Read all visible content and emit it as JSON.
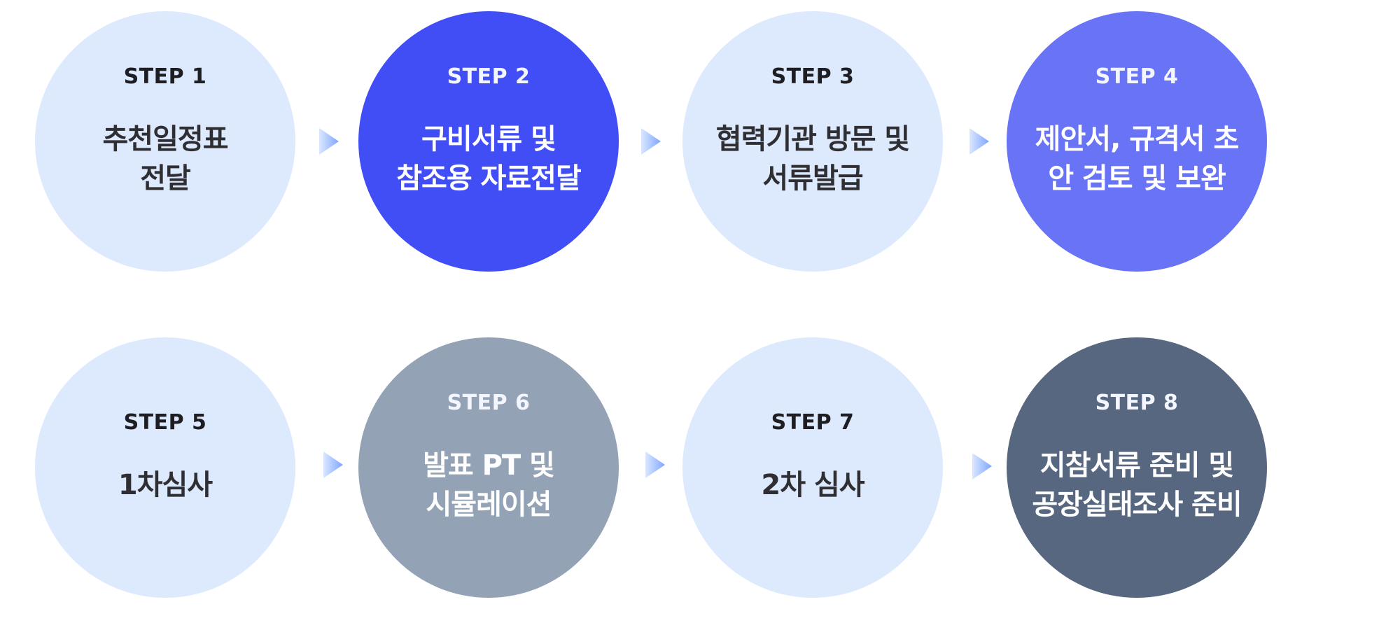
{
  "steps": [
    {
      "label": "STEP 1",
      "text": "추천일정표\n전달",
      "theme": "light"
    },
    {
      "label": "STEP 2",
      "text": "구비서류 및\n참조용 자료전달",
      "theme": "blue"
    },
    {
      "label": "STEP 3",
      "text": "협력기관 방문 및\n서류발급",
      "theme": "light"
    },
    {
      "label": "STEP 4",
      "text": "제안서, 규격서 초\n안 검토 및 보완",
      "theme": "indigo"
    },
    {
      "label": "STEP 5",
      "text": "1차심사",
      "theme": "light"
    },
    {
      "label": "STEP 6",
      "text": "발표 PT 및\n시뮬레이션",
      "theme": "slate"
    },
    {
      "label": "STEP 7",
      "text": "2차 심사",
      "theme": "light"
    },
    {
      "label": "STEP 8",
      "text": "지참서류 준비 및\n공장실태조사 준비",
      "theme": "dark"
    }
  ],
  "colors": {
    "light": "#dde9fd",
    "blue": "#414ef5",
    "indigo": "#6873f6",
    "slate": "#93a2b4",
    "dark": "#56677f",
    "arrow": "#8fb4ff"
  },
  "arrow_icon": "arrow-right-icon"
}
